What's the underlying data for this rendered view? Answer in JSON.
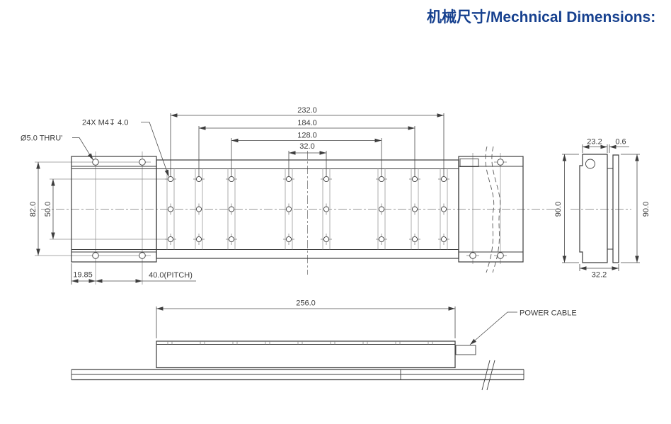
{
  "title": "机械尺寸/Mechnical Dimensions:",
  "plan_view": {
    "label_tapped": "24X M4↧ 4.0",
    "label_thru": "Ø5.0 THRU'",
    "dim_232": "232.0",
    "dim_184": "184.0",
    "dim_128": "128.0",
    "dim_32": "32.0",
    "dim_82": "82.0",
    "dim_50": "50.0",
    "dim_19_85": "19.85",
    "dim_40_pitch": "40.0(PITCH)"
  },
  "side_view": {
    "dim_23_2": "23.2",
    "dim_0_6": "0.6",
    "dim_90_left": "90.0",
    "dim_90_right": "90.0",
    "dim_32_2": "32.2"
  },
  "bottom_view": {
    "dim_256": "256.0",
    "label_power_cable": "POWER CABLE"
  },
  "colors": {
    "title_blue": "#17418f",
    "line_dark": "#3d3d3d",
    "line_light": "#8c8c8c"
  }
}
